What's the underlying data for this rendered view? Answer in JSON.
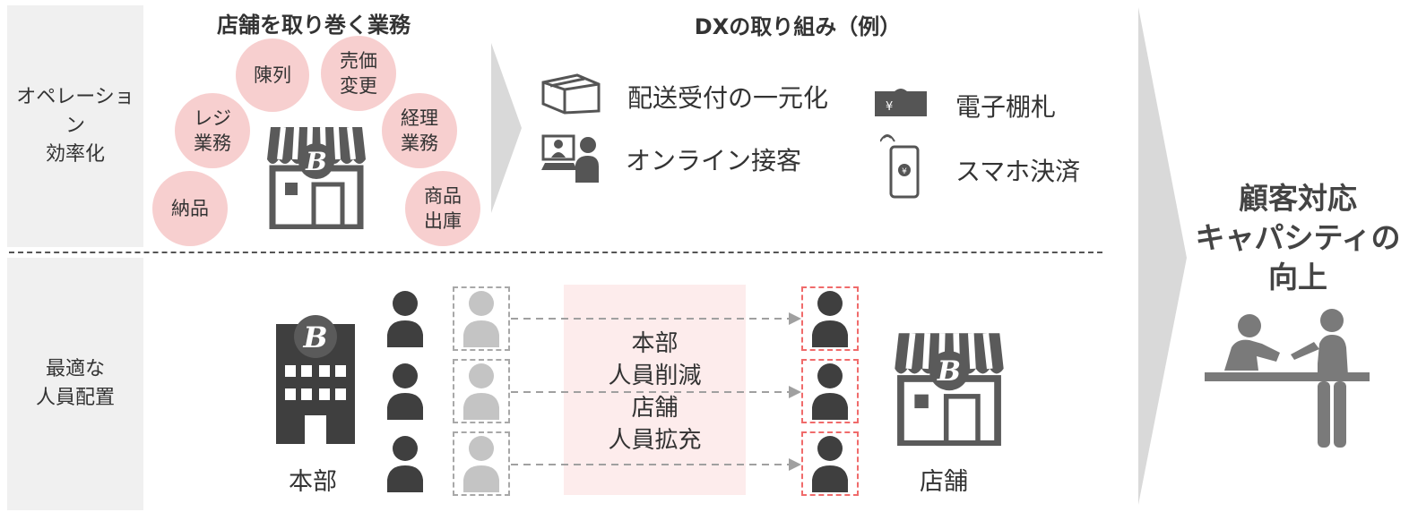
{
  "rows": {
    "top_label": "オペレーション\n効率化",
    "bottom_label": "最適な\n人員配置"
  },
  "store_tasks": {
    "title": "店舗を取り巻く業務",
    "items": [
      "陳列",
      "売価\n変更",
      "レジ\n業務",
      "経理\n業務",
      "納品",
      "商品\n出庫"
    ]
  },
  "dx": {
    "title": "DXの取り組み（例）",
    "items": [
      {
        "label": "配送受付の一元化",
        "icon": "package-icon"
      },
      {
        "label": "電子棚札",
        "icon": "electronic-shelf-label-icon"
      },
      {
        "label": "オンライン接客",
        "icon": "online-customer-service-icon"
      },
      {
        "label": "スマホ決済",
        "icon": "smartphone-payment-icon"
      }
    ]
  },
  "staffing": {
    "hq_label": "本部",
    "store_label": "店舗",
    "panel_text": "本部\n人員削減\n店舗\n人員拡充"
  },
  "result": {
    "title": "顧客対応\nキャパシティの\n向上"
  },
  "colors": {
    "circle_fill": "#f7cfcf",
    "panel_fill": "#fdecec",
    "icon_dark": "#3f3f3f",
    "icon_light": "#c4c4c4",
    "arrow_grey": "#d9d9d9",
    "dash_red": "#f06b6b"
  }
}
